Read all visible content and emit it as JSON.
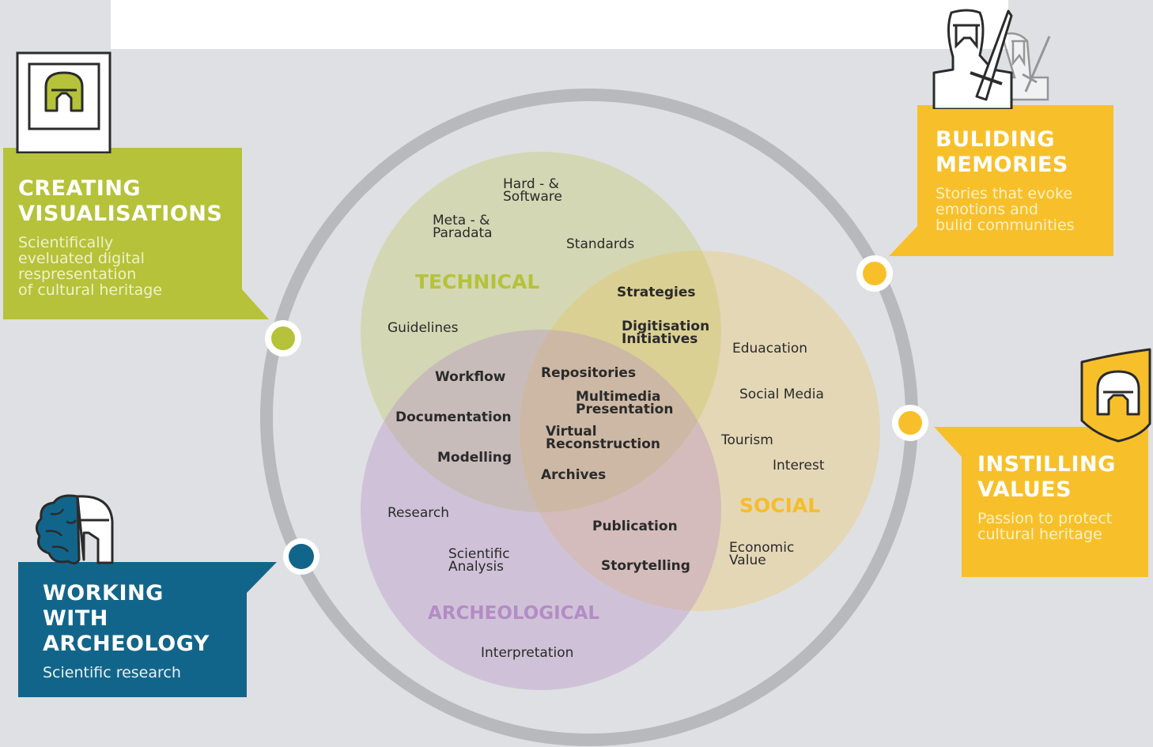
{
  "colors": {
    "background": "#dfe0e3",
    "ring": "#b8b9bc",
    "technical": "#b5c23a",
    "social": "#f5bd2a",
    "archeological": "#b48cc4",
    "green": "#b5c23a",
    "yellow": "#f7c02b",
    "blue": "#12658a"
  },
  "cards": {
    "creating": {
      "title_line1": "CREATING",
      "title_line2": "VISUALISATIONS",
      "desc_line1": "Scientifically",
      "desc_line2": "eveluated digital",
      "desc_line3": "respresentation",
      "desc_line4": "of cultural heritage",
      "icon": "helmet-frame-icon"
    },
    "working": {
      "title_line1": "WORKING",
      "title_line2": "WITH",
      "title_line3": "ARCHEOLOGY",
      "desc_line1": "Scientific research",
      "icon": "brain-helmet-icon"
    },
    "building": {
      "title_line1": "BULIDING",
      "title_line2": "MEMORIES",
      "desc_line1": "Stories that evoke",
      "desc_line2": "emotions and",
      "desc_line3": "bulid communities",
      "icon": "warriors-sword-icon"
    },
    "instilling": {
      "title_line1": "INSTILLING",
      "title_line2": "VALUES",
      "desc_line1": "Passion to protect",
      "desc_line2": "cultural heritage",
      "icon": "shield-helmet-icon"
    }
  },
  "venn": {
    "technical_title": "TECHNICAL",
    "social_title": "SOCIAL",
    "archeological_title": "ARCHEOLOGICAL",
    "technical": {
      "hardware_1": "Hard - &",
      "hardware_2": "Software",
      "meta_1": "Meta - &",
      "meta_2": "Paradata",
      "standards": "Standards",
      "guidelines": "Guidelines"
    },
    "tech_social": {
      "strategies": "Strategies",
      "digitisation_1": "Digitisation",
      "digitisation_2": "Initiatives"
    },
    "tech_arch": {
      "workflow": "Workflow",
      "documentation": "Documentation",
      "modelling": "Modelling"
    },
    "center": {
      "repositories": "Repositories",
      "multimedia_1": "Multimedia",
      "multimedia_2": "Presentation",
      "virtual_1": "Virtual",
      "virtual_2": "Reconstruction",
      "archives": "Archives"
    },
    "social": {
      "education": "Eduacation",
      "social_media": "Social Media",
      "tourism": "Tourism",
      "interest": "Interest",
      "economic_1": "Economic",
      "economic_2": "Value"
    },
    "social_arch": {
      "publication": "Publication",
      "storytelling": "Storytelling"
    },
    "archeological": {
      "research": "Research",
      "scientific_1": "Scientific",
      "scientific_2": "Analysis",
      "interpretation": "Interpretation"
    }
  }
}
